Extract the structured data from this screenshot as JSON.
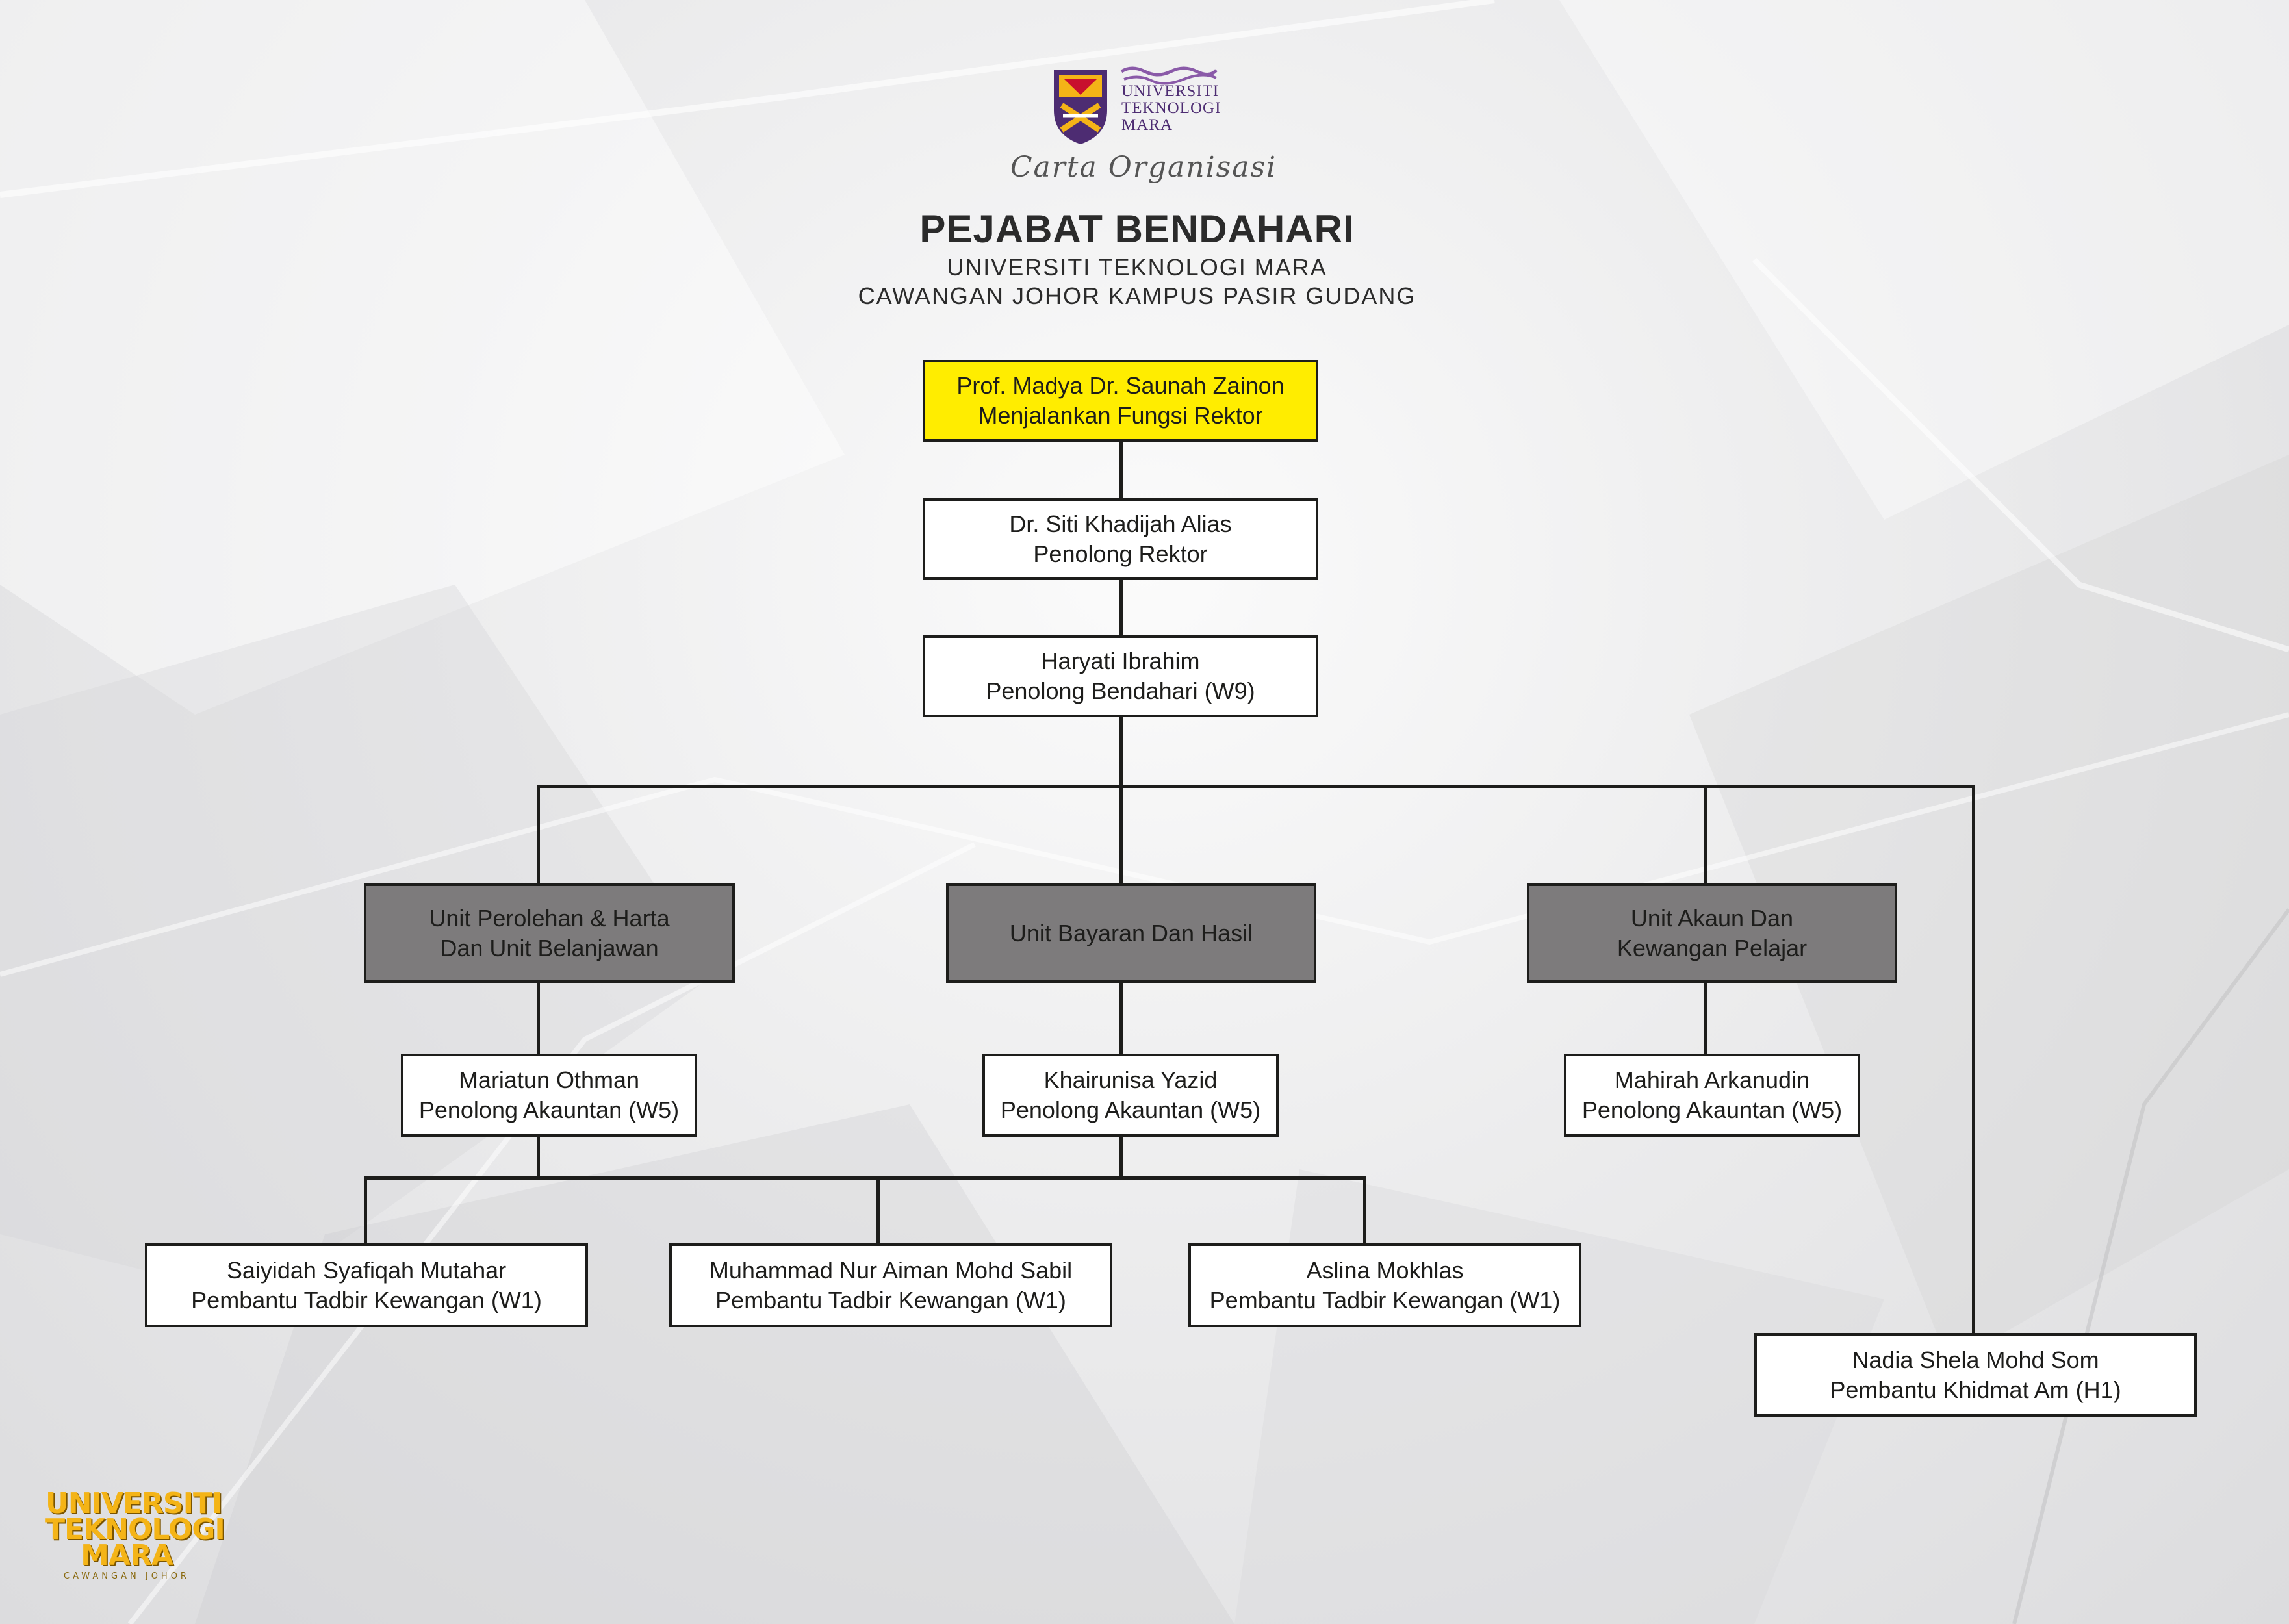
{
  "header": {
    "logo_lines": [
      "UNIVERSITI",
      "TEKNOLOGI",
      "MARA"
    ],
    "script_label": "Carta Organisasi",
    "title": "PEJABAT BENDAHARI",
    "subtitle_1": "UNIVERSITI TEKNOLOGI MARA",
    "subtitle_2": "CAWANGAN JOHOR KAMPUS PASIR GUDANG"
  },
  "chart": {
    "rektor": {
      "name": "Prof. Madya Dr. Saunah Zainon",
      "role": "Menjalankan Fungsi Rektor"
    },
    "penolong_rektor": {
      "name": "Dr. Siti Khadijah Alias",
      "role": "Penolong Rektor"
    },
    "penolong_bendahari": {
      "name": "Haryati Ibrahim",
      "role": "Penolong Bendahari (W9)"
    },
    "units": [
      {
        "line1": "Unit Perolehan & Harta",
        "line2": "Dan Unit Belanjawan"
      },
      {
        "line1": "Unit Bayaran Dan Hasil",
        "line2": ""
      },
      {
        "line1": "Unit Akaun Dan",
        "line2": "Kewangan Pelajar"
      }
    ],
    "akauntan": [
      {
        "name": "Mariatun Othman",
        "role": "Penolong Akauntan (W5)"
      },
      {
        "name": "Khairunisa Yazid",
        "role": "Penolong Akauntan (W5)"
      },
      {
        "name": "Mahirah Arkanudin",
        "role": "Penolong Akauntan (W5)"
      }
    ],
    "pembantu": [
      {
        "name": "Saiyidah Syafiqah Mutahar",
        "role": "Pembantu Tadbir Kewangan (W1)"
      },
      {
        "name": "Muhammad Nur Aiman Mohd Sabil",
        "role": "Pembantu Tadbir Kewangan (W1)"
      },
      {
        "name": "Aslina Mokhlas",
        "role": "Pembantu Tadbir Kewangan (W1)"
      }
    ],
    "khidmat_am": {
      "name": "Nadia Shela Mohd Som",
      "role": "Pembantu Khidmat Am (H1)"
    }
  },
  "footer_logo": {
    "lines": [
      "UNIVERSITI",
      "TEKNOLOGI",
      "MARA"
    ],
    "sub": "CAWANGAN JOHOR"
  },
  "colors": {
    "top_box": "#ffed00",
    "unit_box": "#7d7b7c",
    "logo_purple": "#4d2c72",
    "logo_gold": "#f4b417"
  }
}
